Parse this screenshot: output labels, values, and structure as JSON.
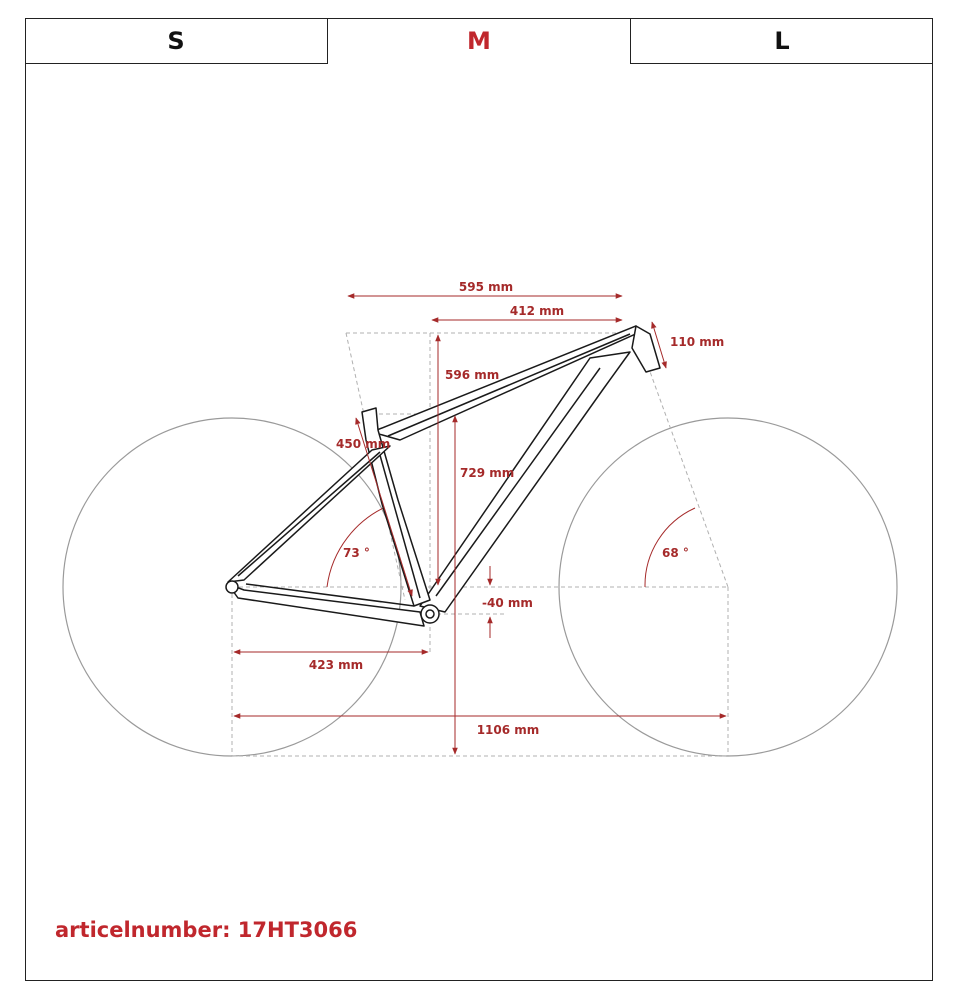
{
  "size_tabs": [
    {
      "label": "S",
      "active": false
    },
    {
      "label": "M",
      "active": true
    },
    {
      "label": "L",
      "active": false
    }
  ],
  "geometry": {
    "top_tube": "595 mm",
    "reach": "412 mm",
    "head_tube": "110 mm",
    "stack": "596 mm",
    "seat_tube": "450 mm",
    "standover": "729 mm",
    "seat_angle": "73 °",
    "head_angle": "68 °",
    "bb_drop": "-40 mm",
    "chainstay": "423 mm",
    "wheelbase": "1106 mm"
  },
  "article": {
    "text": "articelnumber: 17HT3066"
  },
  "colors": {
    "accent": "#c0272d",
    "dimension": "#a52a2a",
    "frame_line": "#1a1a1a",
    "wheel": "#9a9a9a",
    "guide": "#b0b0b0"
  }
}
